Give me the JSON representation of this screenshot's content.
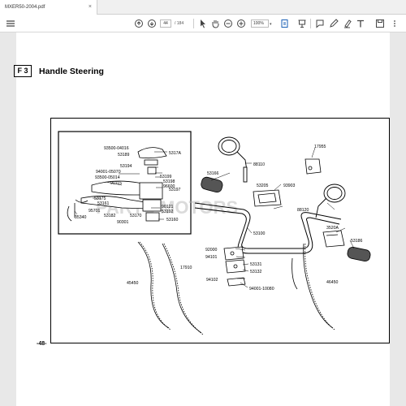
{
  "tab": {
    "title": "MXER50-2004.pdf",
    "close": "×"
  },
  "toolbar": {
    "page_current": "44",
    "page_total": "/ 184",
    "zoom": "100%",
    "zoom_chevron": "▾"
  },
  "section": {
    "code": "F 3",
    "title": "Handle Steering"
  },
  "page_number": "-48-",
  "watermark": "PARTS MOTORS",
  "parts": [
    "93500-04016",
    "53189",
    "5317A",
    "53194",
    "53199",
    "53198",
    "96600",
    "94001-05070",
    "93500-05014",
    "90115",
    "53197",
    "53175",
    "53161",
    "95701",
    "90121",
    "53182",
    "53170",
    "53192",
    "35340",
    "90301",
    "53160",
    "88110",
    "17955",
    "53166",
    "53205",
    "93903",
    "88120",
    "53100",
    "3520A",
    "92000",
    "94101",
    "53131",
    "53132",
    "53186",
    "17910",
    "45450",
    "94102",
    "94001-10080",
    "46450"
  ]
}
